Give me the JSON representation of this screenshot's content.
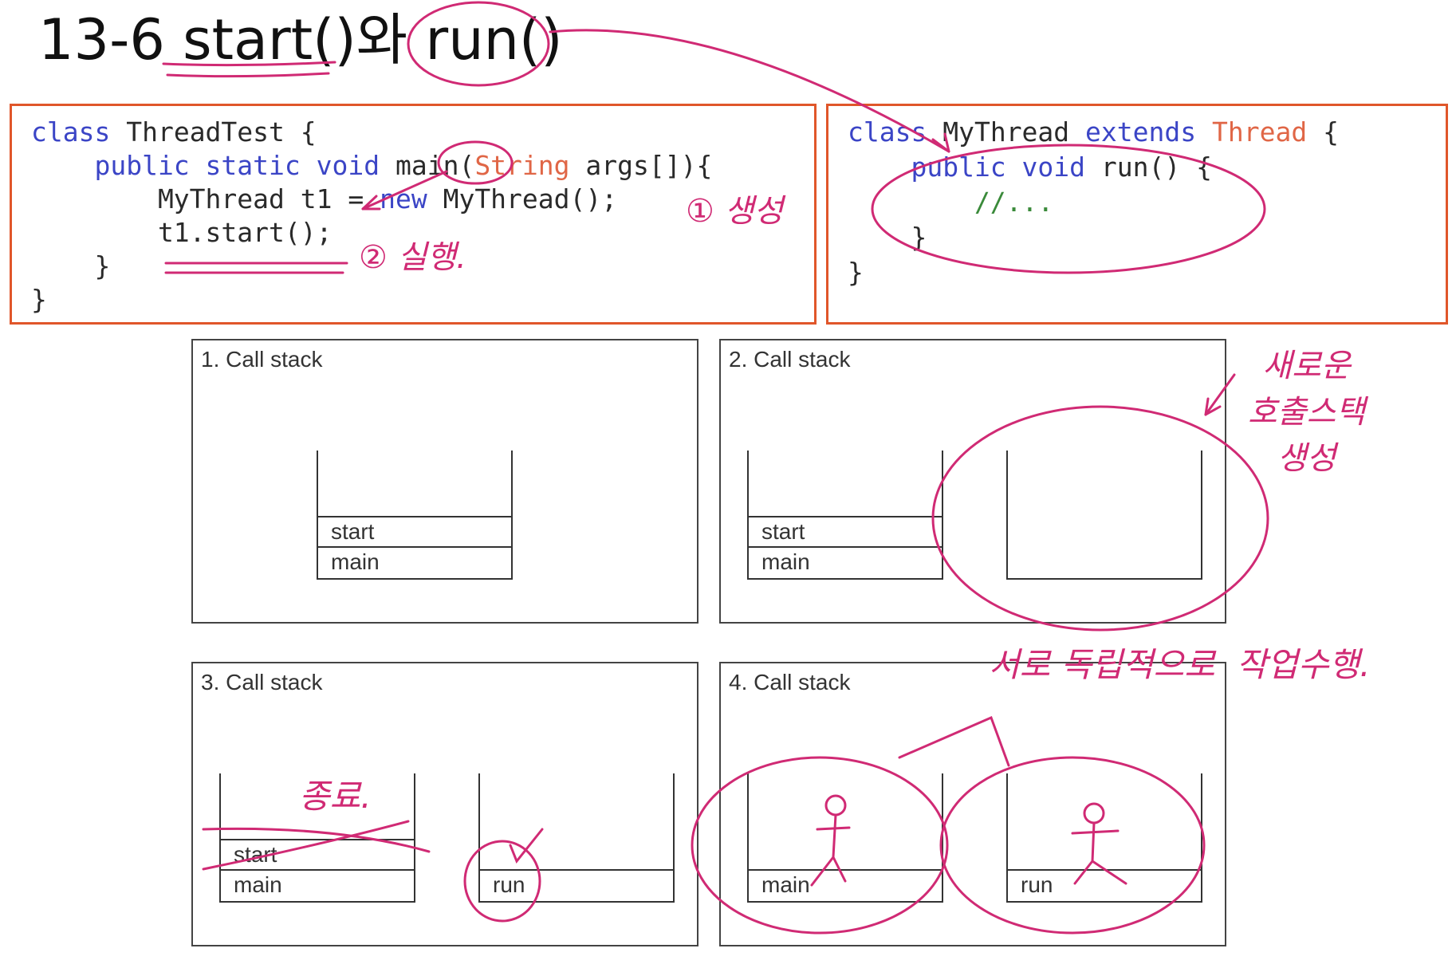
{
  "title": "13-6 start()와 run()",
  "code_left": {
    "lines": [
      [
        {
          "t": "class ",
          "c": "kw"
        },
        {
          "t": "ThreadTest {",
          "c": ""
        }
      ],
      [
        {
          "t": "    public static void ",
          "c": "kw"
        },
        {
          "t": "main(",
          "c": ""
        },
        {
          "t": "String",
          "c": "ty"
        },
        {
          "t": " args[]){",
          "c": ""
        }
      ],
      [
        {
          "t": "        MyThread t1 = ",
          "c": ""
        },
        {
          "t": "new ",
          "c": "kw"
        },
        {
          "t": "MyThread();",
          "c": ""
        }
      ],
      [
        {
          "t": "        t1.start();",
          "c": ""
        }
      ],
      [
        {
          "t": "    }",
          "c": ""
        }
      ],
      [
        {
          "t": "}",
          "c": ""
        }
      ]
    ]
  },
  "code_right": {
    "lines": [
      [
        {
          "t": "class ",
          "c": "kw"
        },
        {
          "t": "MyThread ",
          "c": ""
        },
        {
          "t": "extends ",
          "c": "kw"
        },
        {
          "t": "Thread",
          "c": "ty"
        },
        {
          "t": " {",
          "c": ""
        }
      ],
      [
        {
          "t": "    public void ",
          "c": "kw"
        },
        {
          "t": "run() {",
          "c": ""
        }
      ],
      [
        {
          "t": "        //...",
          "c": "cm"
        }
      ],
      [
        {
          "t": "    }",
          "c": ""
        }
      ],
      [
        {
          "t": "}",
          "c": ""
        }
      ]
    ]
  },
  "panels": [
    {
      "label": "1. Call stack",
      "stacks": [
        {
          "frames": [
            "start",
            "main"
          ]
        }
      ]
    },
    {
      "label": "2. Call stack",
      "stacks": [
        {
          "frames": [
            "start",
            "main"
          ]
        },
        {
          "frames": []
        }
      ]
    },
    {
      "label": "3. Call stack",
      "stacks": [
        {
          "frames": [
            "start",
            "main"
          ]
        },
        {
          "frames": [
            "run"
          ]
        }
      ]
    },
    {
      "label": "4. Call stack",
      "stacks": [
        {
          "frames": [
            "main"
          ]
        },
        {
          "frames": [
            "run"
          ]
        }
      ]
    }
  ],
  "notes": {
    "create": "① 생성",
    "run": "② 실행.",
    "new_stack": "새로운\n호출스택\n생성",
    "independent": "서로 독립적으로  작업수행.",
    "end": "종료."
  },
  "colors": {
    "ink": "#d02a74",
    "box": "#e0562a",
    "keyword": "#3b45c6",
    "type": "#e06646"
  }
}
